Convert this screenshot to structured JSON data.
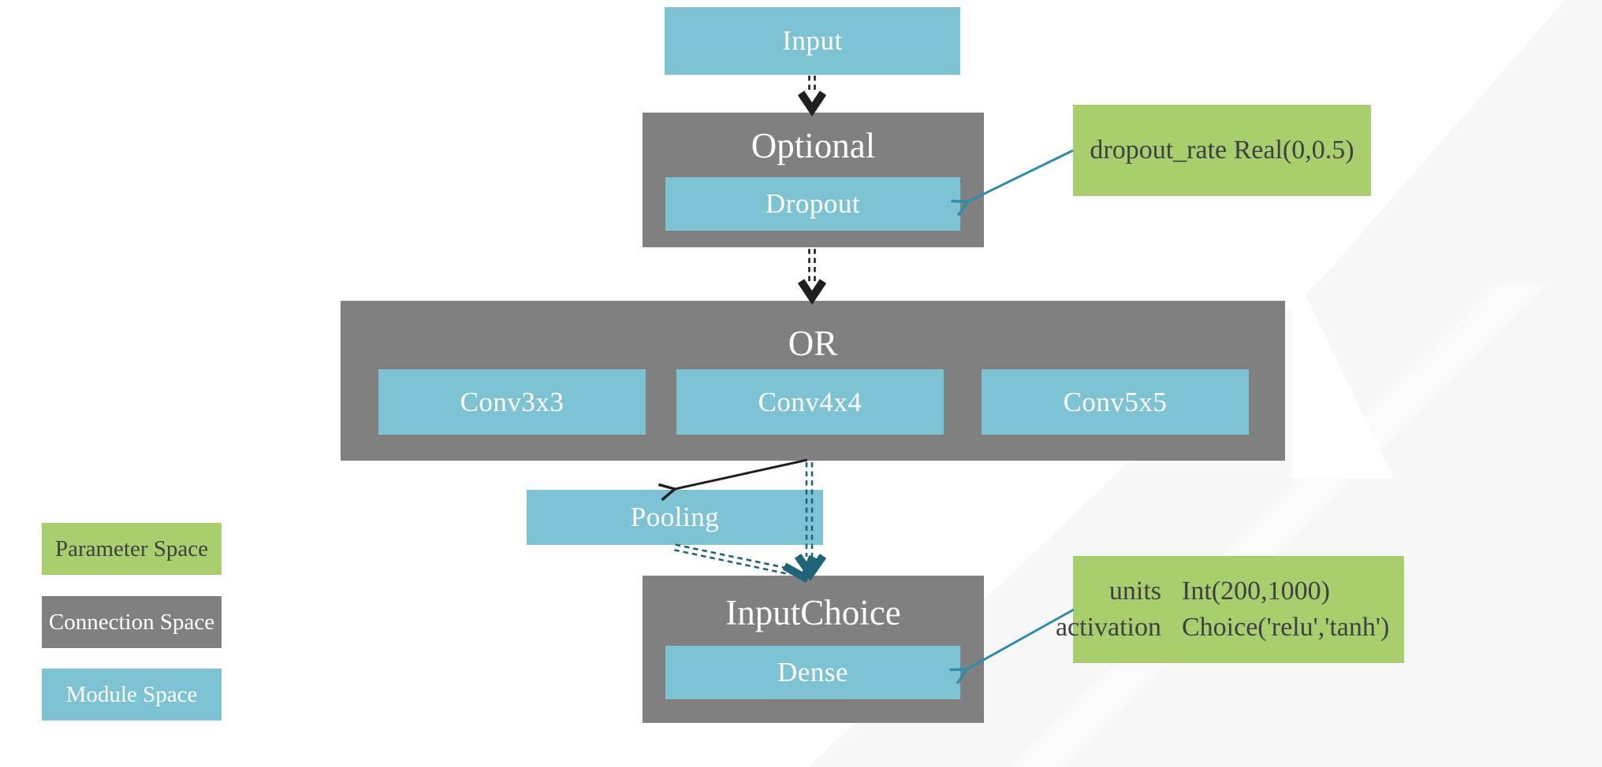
{
  "colors": {
    "module": "#7EC3D3",
    "connection": "#808080",
    "parameter": "#A9CE6D",
    "arrow_black": "#1F1F1F",
    "arrow_teal": "#2E8CA8",
    "arrow_teal_dark": "#1E6376",
    "text_on_green": "#3E4043",
    "text_on_box": "#FFFFFF",
    "facet": "#F7F7F7",
    "page_bg": "#FFFFFF"
  },
  "diagram": {
    "input": {
      "label": "Input"
    },
    "optional": {
      "title": "Optional",
      "child": {
        "label": "Dropout"
      }
    },
    "param_dropout": {
      "text": "dropout_rate Real(0,0.5)"
    },
    "or": {
      "title": "OR",
      "children": [
        {
          "label": "Conv3x3"
        },
        {
          "label": "Conv4x4"
        },
        {
          "label": "Conv5x5"
        }
      ]
    },
    "pooling": {
      "label": "Pooling"
    },
    "input_choice": {
      "title": "InputChoice",
      "child": {
        "label": "Dense"
      }
    },
    "param_dense": {
      "rows": [
        {
          "name": "units",
          "value": "Int(200,1000)"
        },
        {
          "name": "activation",
          "value": "Choice('relu','tanh')"
        }
      ]
    }
  },
  "legend": {
    "items": [
      {
        "label": "Parameter Space",
        "type": "parameter"
      },
      {
        "label": "Connection Space",
        "type": "connection"
      },
      {
        "label": "Module Space",
        "type": "module"
      }
    ]
  }
}
